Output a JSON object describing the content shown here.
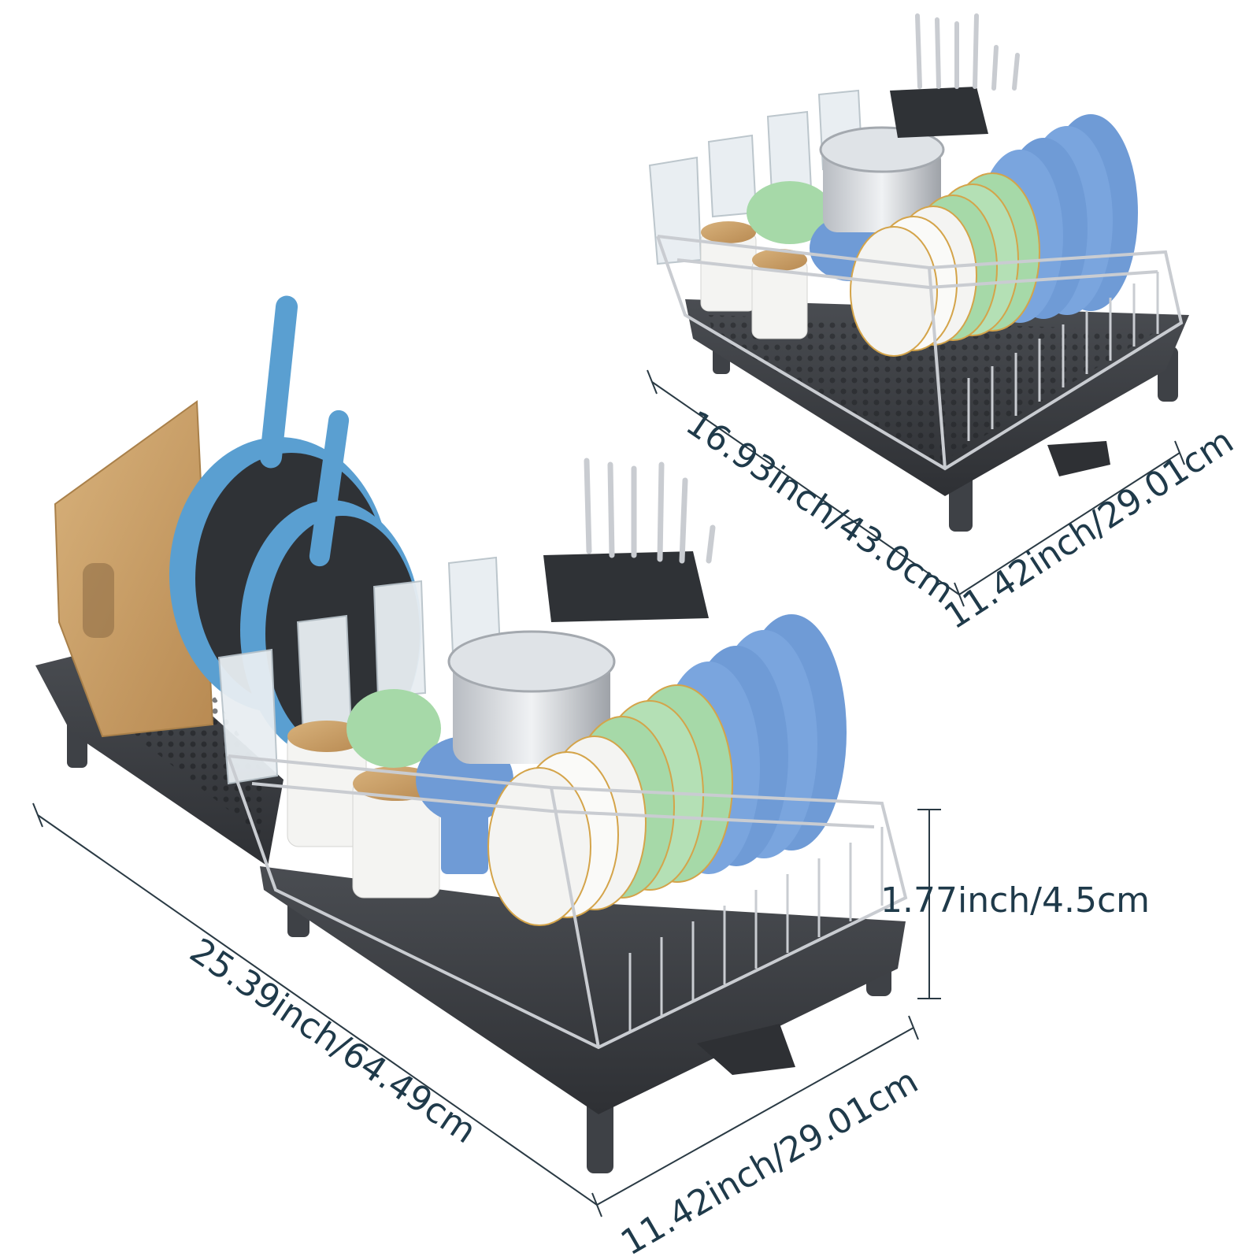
{
  "colors": {
    "background": "#ffffff",
    "dimension_line": "#2a3a44",
    "dimension_text": "#1f3a4a",
    "tray": "#3a3d42",
    "tray_edge": "#55585e",
    "wire": "#c9ccd1",
    "plate_blue": "#6f9bd6",
    "plate_green": "#a6d9a8",
    "plate_white": "#f4f4f2",
    "gold_rim": "#d4a44a",
    "wood": "#c9a068",
    "pan_blue": "#5a9fd1",
    "pan_dark": "#2f3236",
    "glass": "#e8eef2"
  },
  "dimensions": {
    "small_length": "16.93inch/43.0cm",
    "small_width": "11.42inch/29.01cm",
    "large_length": "25.39inch/64.49cm",
    "large_width": "11.42inch/29.01cm",
    "large_height": "1.77inch/4.5cm"
  }
}
